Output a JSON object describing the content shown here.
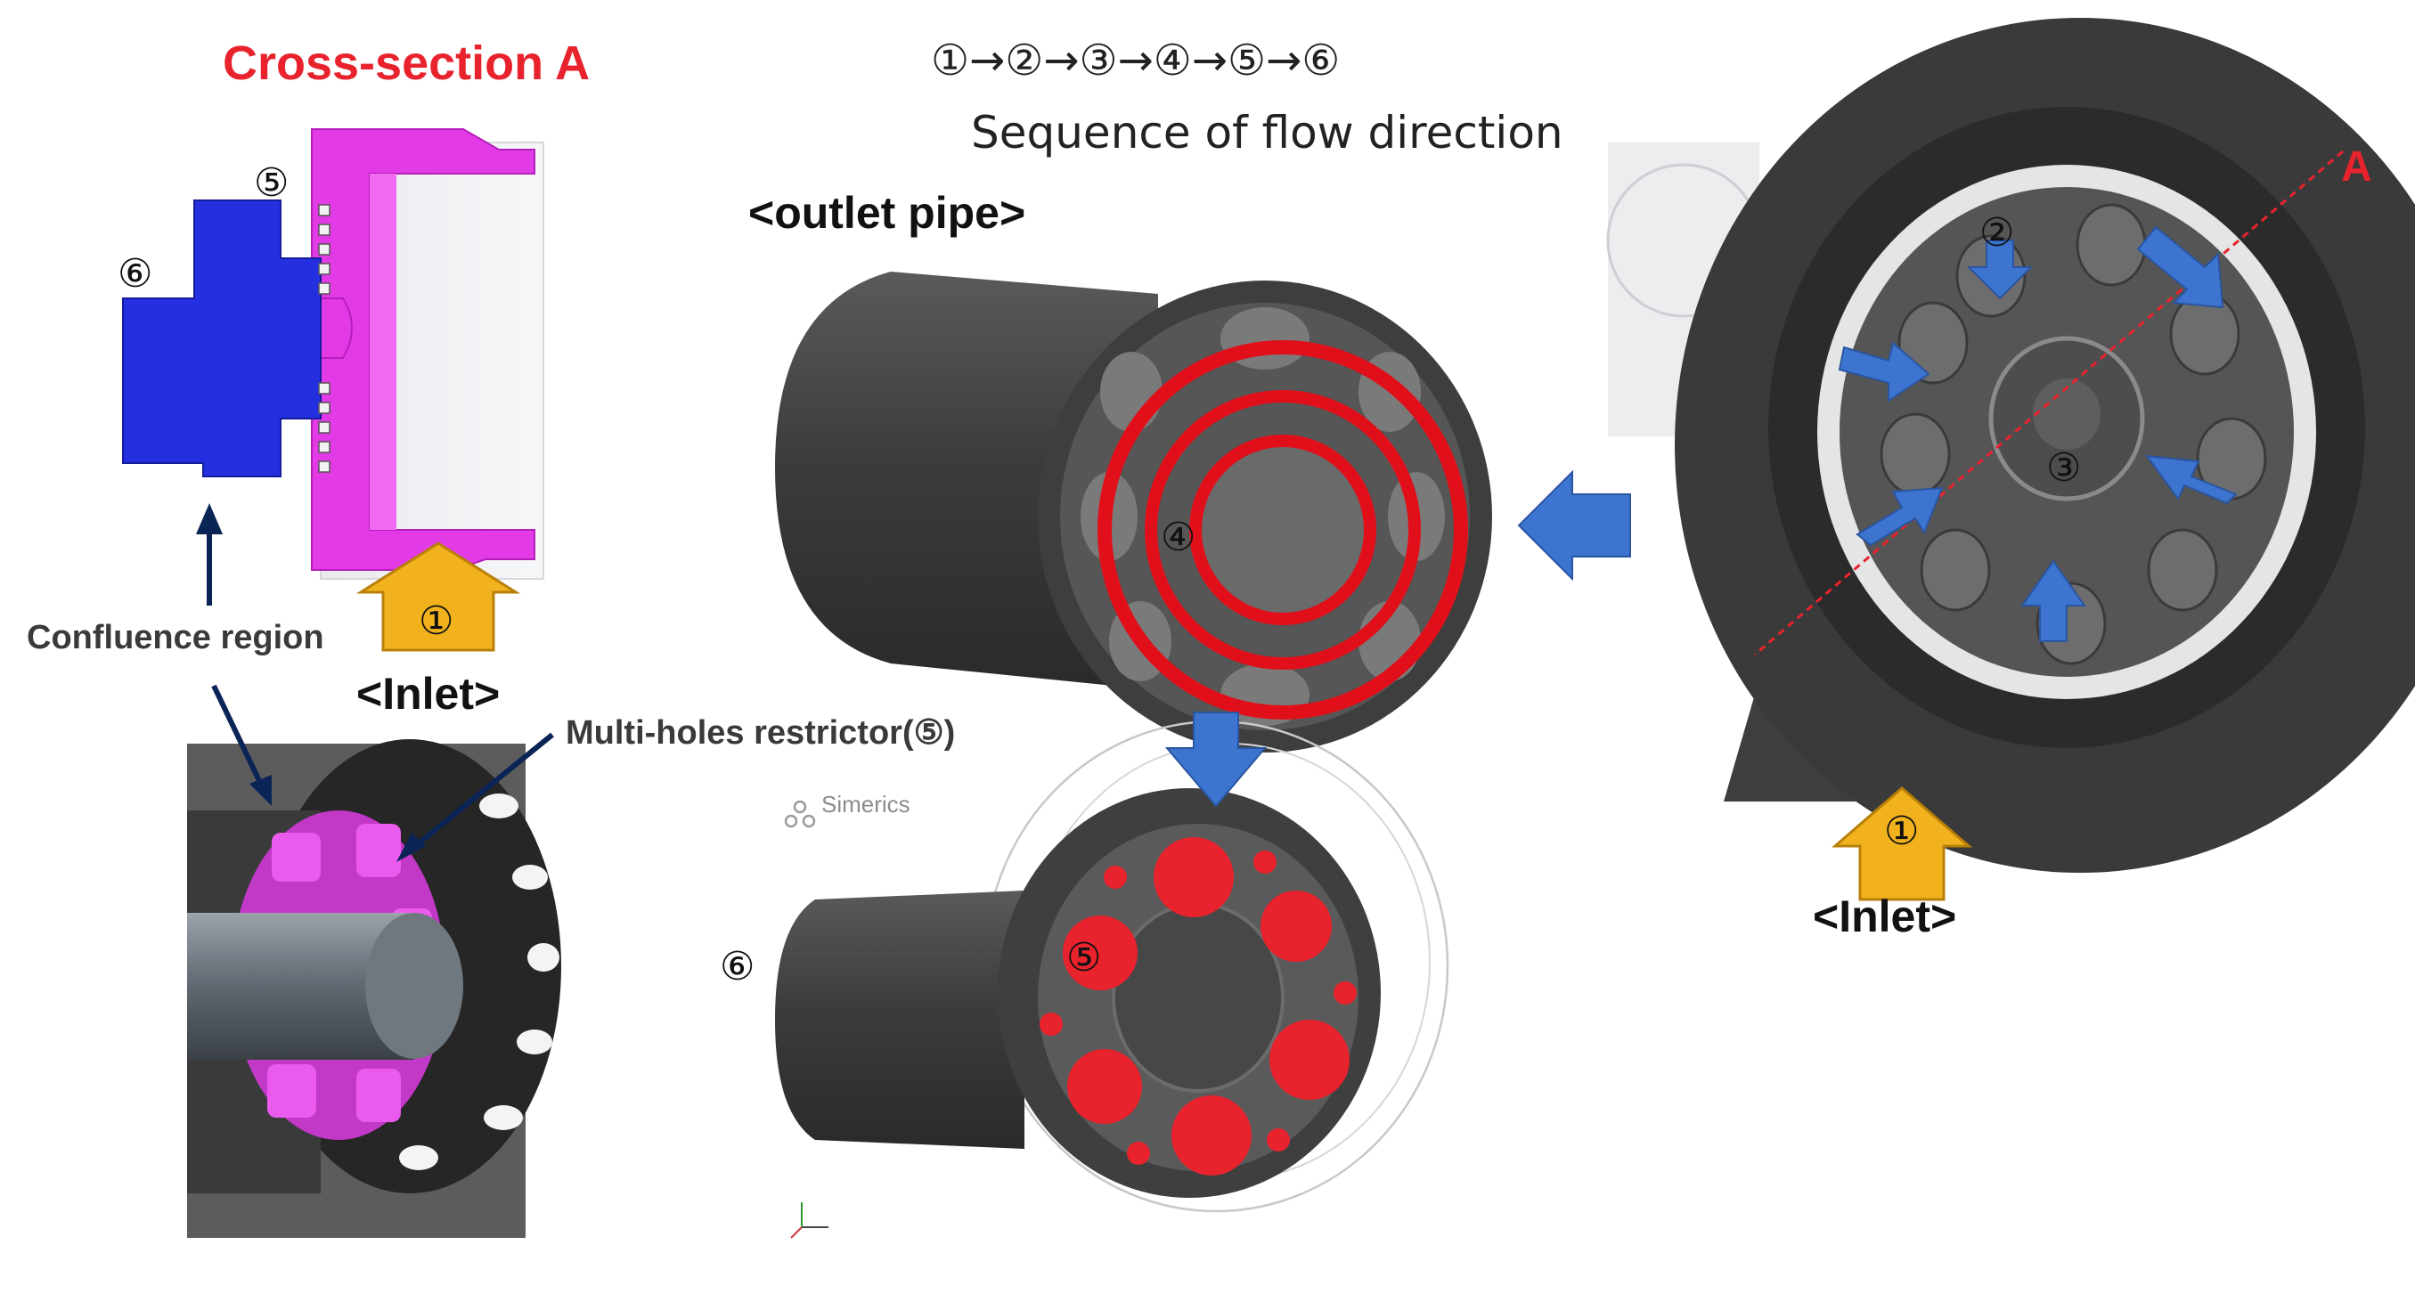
{
  "colors": {
    "red": "#e8232d",
    "magenta": "#e23be6",
    "blue": "#2430e0",
    "navy": "#0b2456",
    "flow_arrow": "#3c74d0",
    "inlet_arrow": "#f2b21e",
    "housing": "#4a4a4a"
  },
  "icons": [
    "flow-arrow-icon",
    "inlet-arrow-icon",
    "simerics-logo-icon",
    "axis-triad-icon"
  ],
  "labels": {
    "cross_section_title": "Cross-section A",
    "sequence": "①→②→③→④→⑤→⑥",
    "sequence_caption": "Sequence of flow direction",
    "outlet_pipe": "<outlet pipe>",
    "inlet_left": "<Inlet>",
    "inlet_right": "<Inlet>",
    "confluence_region": "Confluence region",
    "multi_holes_restrictor": "Multi-holes restrictor(⑤)",
    "section_marker": "A",
    "watermark": "Simerics"
  },
  "markers": {
    "one": "①",
    "two": "②",
    "three": "③",
    "four": "④",
    "five": "⑤",
    "six": "⑥"
  }
}
